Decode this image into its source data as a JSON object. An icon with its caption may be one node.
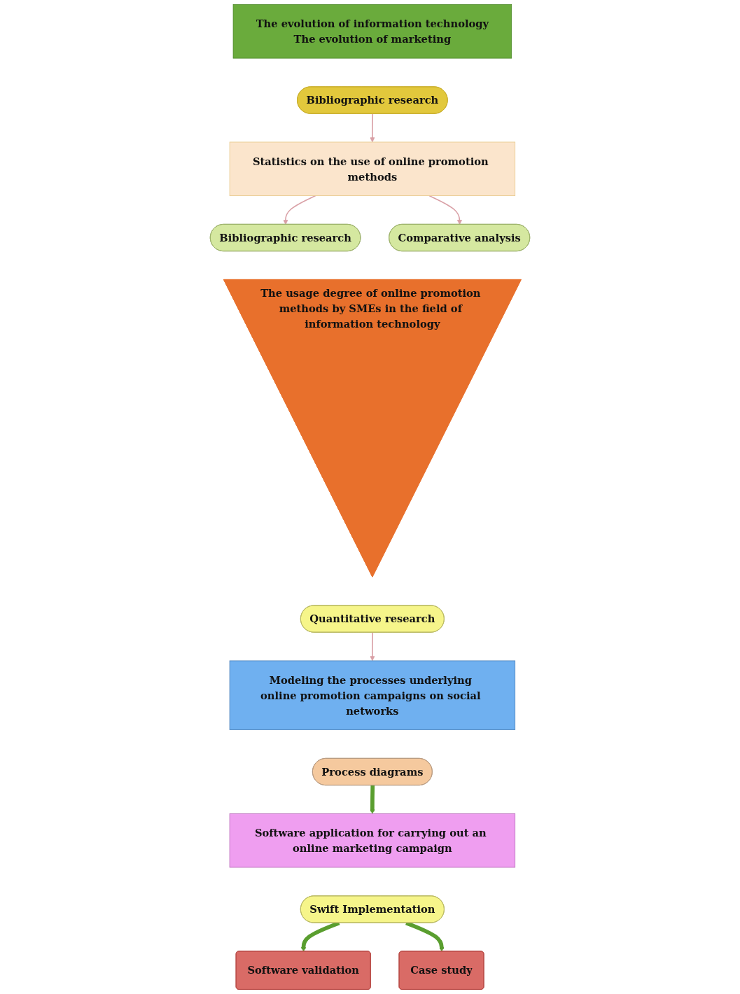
{
  "diagram": {
    "nodes": [
      {
        "text": [
          "The evolution of information technology",
          "The evolution of marketing"
        ]
      },
      {
        "text": [
          "Bibliographic research"
        ]
      },
      {
        "text": [
          "Statistics on the use of online promotion methods"
        ]
      },
      {
        "text": [
          "Bibliographic research"
        ]
      },
      {
        "text": [
          "Comparative analysis"
        ]
      },
      {
        "text": [
          "The usage degree of online promotion methods by SMEs in the field of information technology"
        ]
      },
      {
        "text": [
          "Quantitative research"
        ]
      },
      {
        "text": [
          "Modeling the processes underlying online promotion campaigns on social networks"
        ]
      },
      {
        "text": [
          "Process diagrams"
        ]
      },
      {
        "text": [
          "Software application for carrying out an online marketing campaign"
        ]
      },
      {
        "text": [
          "Swift Implementation"
        ]
      },
      {
        "text": [
          "Software validation"
        ]
      },
      {
        "text": [
          "Case study"
        ]
      }
    ],
    "edges": [
      {
        "from": 1,
        "to": 2,
        "arrow": "to"
      },
      {
        "from": 2,
        "to": 3,
        "arrow": "to"
      },
      {
        "from": 2,
        "to": 4,
        "arrow": "to"
      },
      {
        "from": 6,
        "to": 7,
        "arrow": "to"
      },
      {
        "from": 8,
        "to": 9,
        "arrow": "to",
        "style": "thick",
        "color": "#5a9e2f"
      },
      {
        "from": 10,
        "to": 11,
        "arrow": "to",
        "style": "thick",
        "color": "#5a9e2f"
      },
      {
        "from": 10,
        "to": 12,
        "arrow": "to",
        "style": "thick",
        "color": "#5a9e2f"
      }
    ]
  }
}
